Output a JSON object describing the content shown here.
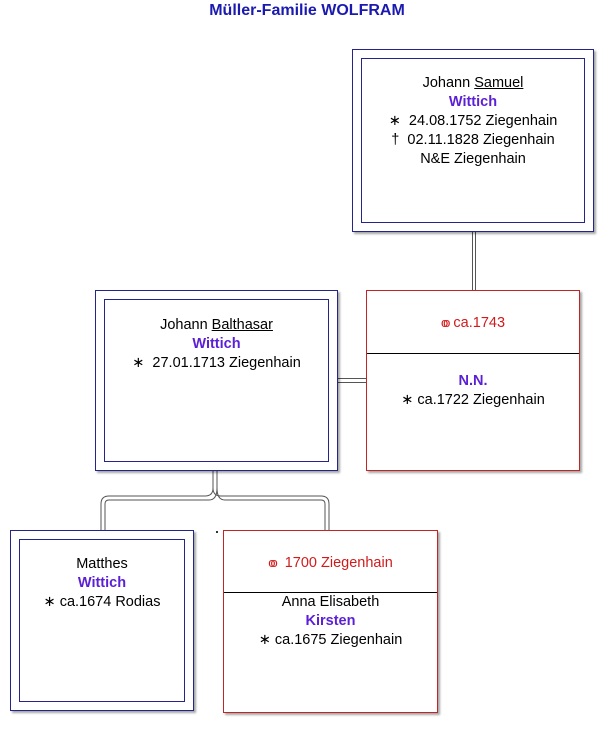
{
  "title": "Müller-Familie WOLFRAM",
  "symbols": {
    "born": "∗",
    "died": "†",
    "married": "oo"
  },
  "samuel": {
    "given_plain": "Johann ",
    "given_called": "Samuel",
    "surname": "Wittich",
    "birth": "24.08.1752 Ziegenhain",
    "death": "02.11.1828 Ziegenhain",
    "note": "N&E Ziegenhain"
  },
  "samuel_marriage": {
    "date": "ca.1743",
    "spouse_name": "N.N.",
    "spouse_birth": "ca.1722 Ziegenhain"
  },
  "balthasar": {
    "given_plain": "Johann ",
    "given_called": "Balthasar",
    "surname": "Wittich",
    "birth": "27.01.1713 Ziegenhain"
  },
  "matthes": {
    "given": "Matthes",
    "surname": "Wittich",
    "birth": "ca.1674 Rodias"
  },
  "matthes_marriage": {
    "date": "1700 Ziegenhain",
    "spouse_given": "Anna Elisabeth",
    "spouse_surname": "Kirsten",
    "spouse_birth": "ca.1675 Ziegenhain"
  },
  "colors": {
    "title": "#1a1ab0",
    "person_border": "#24248a",
    "spouse_border": "#c22525",
    "marriage_text": "#d11b1b",
    "surname": "#5b1fd6"
  }
}
